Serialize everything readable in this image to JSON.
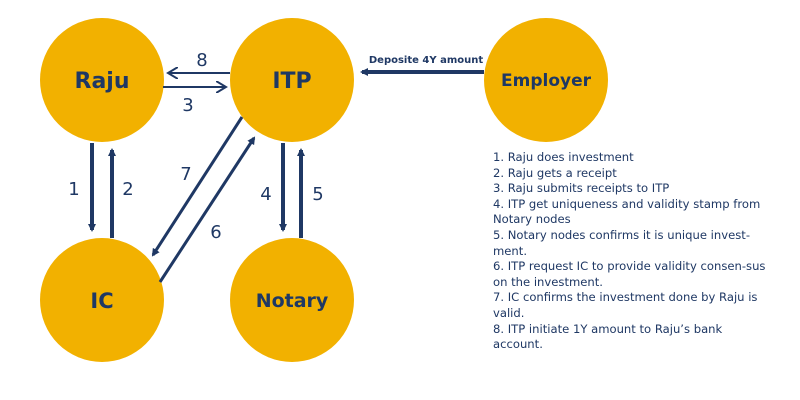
{
  "colors": {
    "node_fill": "#f2b100",
    "edge": "#1f3864",
    "text": "#1f3864"
  },
  "nodes": {
    "raju": "Raju",
    "itp": "ITP",
    "employer": "Employer",
    "ic": "IC",
    "notary": "Notary"
  },
  "edges": {
    "e1": "1",
    "e2": "2",
    "e3": "3",
    "e4": "4",
    "e5": "5",
    "e6": "6",
    "e7": "7",
    "e8": "8",
    "deposit": "Deposite 4Y amount"
  },
  "steps": [
    "1. Raju does investment",
    "2. Raju gets a receipt",
    "3. Raju submits receipts to ITP",
    "4. ITP get uniqueness and validity stamp from Notary nodes",
    "5. Notary nodes confirms it is unique invest-ment.",
    "6. ITP request IC to provide validity consen-sus on the investment.",
    "7. IC confirms the investment done by Raju is valid.",
    "8. ITP initiate 1Y amount to Raju’s bank account."
  ]
}
